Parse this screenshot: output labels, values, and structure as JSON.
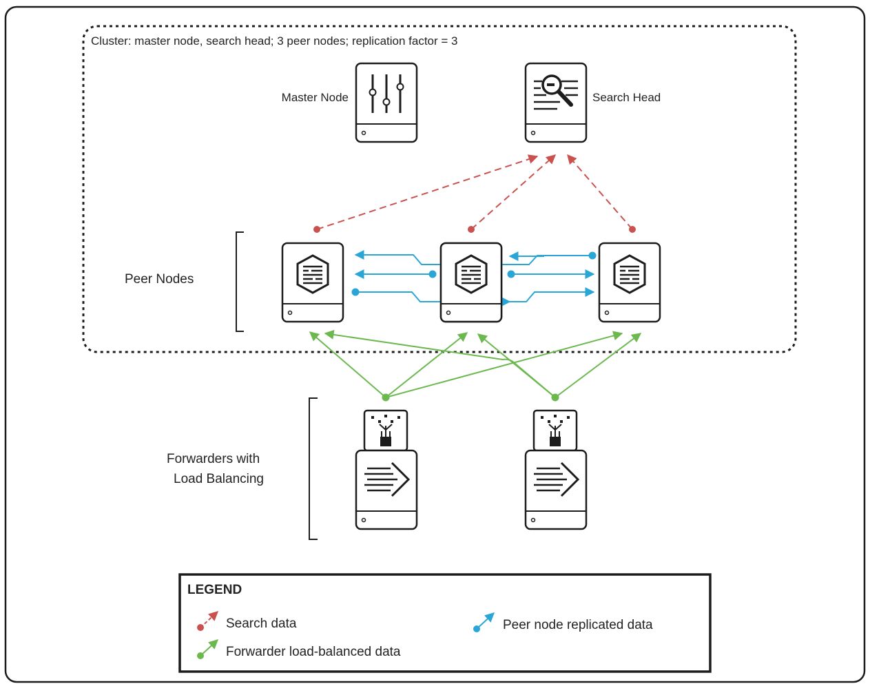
{
  "cluster": {
    "caption": "Cluster: master node, search head; 3 peer nodes; replication factor = 3"
  },
  "nodes": {
    "master_label": "Master Node",
    "search_head_label": "Search Head",
    "peer_nodes_label": "Peer Nodes",
    "forwarders_label_line1": "Forwarders with",
    "forwarders_label_line2": "Load Balancing"
  },
  "legend": {
    "title": "LEGEND",
    "search_data": "Search data",
    "forwarder_data": "Forwarder load-balanced data",
    "replicated_data": "Peer node replicated data"
  },
  "colors": {
    "search": "#c9524e",
    "replication": "#2aa6d6",
    "forwarder": "#6cb84f",
    "outline": "#1c1c1c"
  },
  "icons": {
    "master": "sliders-server-icon",
    "search_head": "magnifier-server-icon",
    "peer": "index-server-icon",
    "forwarder": "forwarder-server-icon"
  }
}
